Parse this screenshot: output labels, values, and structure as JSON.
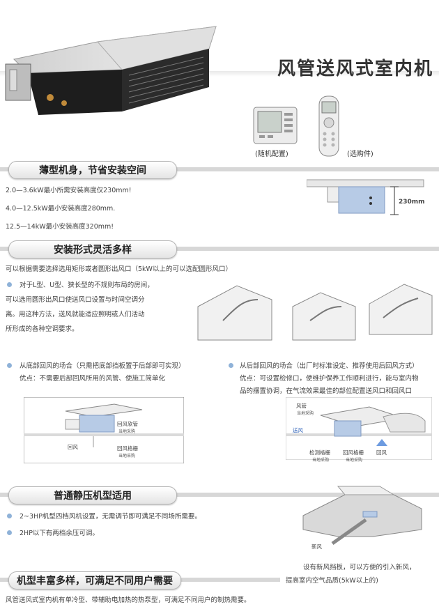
{
  "page": {
    "title": "风管送风式室内机"
  },
  "controllers": {
    "wired_caption": "(随机配置)",
    "remote_caption": "(选购件)"
  },
  "section1": {
    "heading": "薄型机身，节省安装空间",
    "lines": [
      "2.0—3.6kW最小所需安装高度仅230mm!",
      "4.0—12.5kW最小安装高度280mm.",
      "12.5—14kW最小安装高度320mm!"
    ],
    "dimension_label": "230mm"
  },
  "section2": {
    "heading": "安装形式灵活多样",
    "intro": "可以根据需要选择选用矩形或者圆形出风口（5kW以上的可以选配圆形风口）",
    "para_lines": [
      "对于L型、U型、狭长型的不规则布局的房间，",
      "可以选用圆形出风口使送风口设置与时间空调分",
      "离。用这种方法，送风就能适应照明或人们活动",
      "所形成的各种空调要求。"
    ],
    "bottom_left": {
      "line1": "从底部回风的场合（只需把底部挡板置于后部即可实现）",
      "line2": "优点：不需要后部回风所用的风管、使施工简单化",
      "labels": {
        "return_duct": "回风软管",
        "return_duct_sub": "当地采购",
        "return_air": "回风",
        "grille": "回风格栅",
        "grille_sub": "当地采购"
      }
    },
    "bottom_right": {
      "line1": "从后部回风的场合（出厂时标准设定、推荐使用后回风方式）",
      "line2": "优点：可设置检修口，使维护保养工作顺利进行，能与室内物",
      "line3": "品的摆置协调，在气流效果最佳的部位配置送风口和回风口",
      "labels": {
        "duct": "风管",
        "duct_sub": "当地采购",
        "supply_air": "送风",
        "inspect_grille": "检测格栅",
        "inspect_sub": "当地采购",
        "return_grille": "回风格栅",
        "return_grille_sub": "当地采购",
        "return_air": "回风"
      }
    }
  },
  "section3": {
    "heading": "普通静压机型适用",
    "bullet1": "2~3HP机型四档风机设置，无需调节即可满足不同场所需要。",
    "bullet2": "2HP以下有两档余压可调。",
    "fresh_air_label": "新风",
    "note_line1": "设有新风挡板，可以方便的引入新风，",
    "note_line2": "提高室内空气品质(5kW以上的)"
  },
  "section4": {
    "heading": "机型丰富多样，可满足不同用户需要",
    "text": "风管送风式室内机有单冷型、带辅助电加热的热泵型，可满足不同用户的制热需要。"
  }
}
